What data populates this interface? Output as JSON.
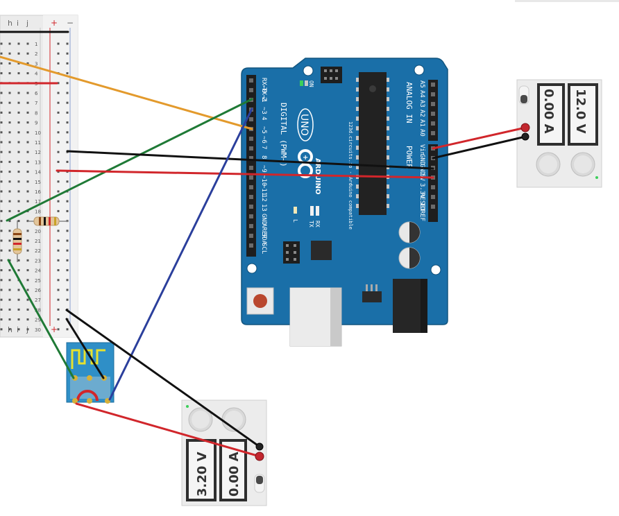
{
  "breadboard": {
    "column_letters": [
      "h",
      "i",
      "j"
    ],
    "rail_plus": "+",
    "rail_minus": "−",
    "row_numbers": [
      "1",
      "2",
      "3",
      "4",
      "5",
      "6",
      "7",
      "8",
      "9",
      "10",
      "11",
      "12",
      "13",
      "14",
      "15",
      "16",
      "17",
      "18",
      "19",
      "20",
      "21",
      "22",
      "23",
      "24",
      "25",
      "26",
      "27",
      "28",
      "29",
      "30"
    ]
  },
  "arduino": {
    "logo": "UNO",
    "brand": "ARDUINO",
    "website": "123d.circuits.io - Arduino compatible",
    "on_label": "ON",
    "digital_label": "DIGITAL (PWM~)",
    "tx_label": "TX",
    "rx_label": "RX",
    "l_label": "L",
    "digital_pins": [
      "RX←0",
      "TX→1",
      "2",
      "~3",
      "4",
      "~5",
      "~6",
      "7",
      "8",
      "~9",
      "~10",
      "~11",
      "12",
      "13",
      "GND",
      "AREF",
      "SDA",
      "SCL"
    ],
    "analog_label": "ANALOG IN",
    "analog_pins": [
      "A5",
      "A4",
      "A3",
      "A2",
      "A1",
      "A0"
    ],
    "power_label": "POWER",
    "power_pins": [
      "Vin",
      "GND",
      "GND",
      "5V",
      "3.3V",
      "RESET",
      "IOREF"
    ]
  },
  "supply_right": {
    "voltage": "12.0 V",
    "current": "0.00 A"
  },
  "supply_bottom": {
    "voltage": "3.20 V",
    "current": "0.00 A"
  },
  "colors": {
    "board_blue": "#1a6fa8",
    "wire_red": "#d1262b",
    "wire_black": "#111111",
    "wire_green": "#1f7a36",
    "wire_blue": "#2b3f9c",
    "wire_orange": "#e39a2c"
  }
}
